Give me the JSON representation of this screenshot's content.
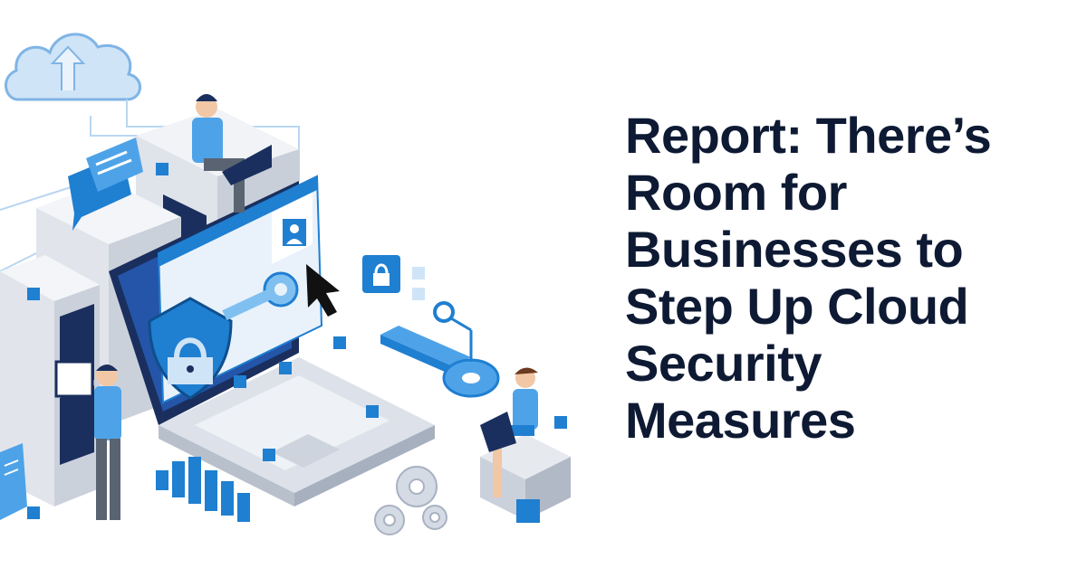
{
  "headline": {
    "lines": [
      "Report: There’s",
      "Room for",
      "Businesses to",
      "Step Up Cloud",
      "Security",
      "Measures"
    ]
  },
  "illustration": {
    "colors": {
      "primary_blue": "#1f7fd1",
      "dark_navy": "#1a2f5e",
      "light_blue": "#cfe4f7",
      "server_gray": "#e6e9ee"
    },
    "icons": [
      "cloud-icon",
      "chat-bubble-icon",
      "padlock-icon",
      "key-icon",
      "shield-icon",
      "user-profile-icon",
      "cursor-arrow-icon",
      "gear-icon",
      "bar-chart-icon"
    ]
  }
}
